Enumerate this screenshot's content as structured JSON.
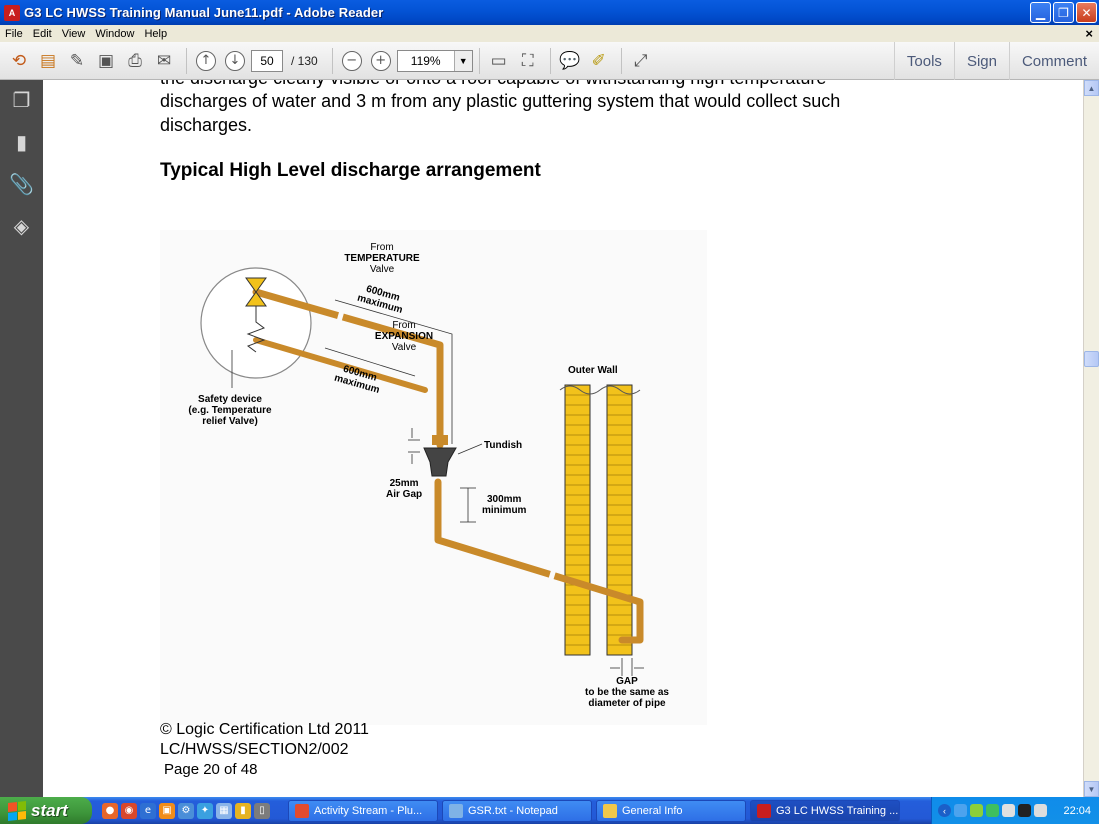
{
  "window": {
    "title": "G3 LC HWSS Training Manual June11.pdf - Adobe Reader",
    "app_icon_text": "A"
  },
  "menu": {
    "items": [
      "File",
      "Edit",
      "View",
      "Window",
      "Help"
    ],
    "close_glyph": "×"
  },
  "toolbar": {
    "current_page": "50",
    "total_pages": "/ 130",
    "zoom": "119%",
    "tools_label": "Tools",
    "sign_label": "Sign",
    "comment_label": "Comment"
  },
  "document": {
    "top_line": "the discharge clearly visible or onto a roof capable of withstanding high temperature",
    "para_line1": "discharges of water and 3 m from any plastic guttering system that would collect such",
    "para_line2": "discharges.",
    "heading": "Typical High Level discharge arrangement",
    "figure": {
      "from_temp_1": "From",
      "from_temp_2": "TEMPERATURE",
      "from_temp_3": "Valve",
      "max600_top_1": "600mm",
      "max600_top_2": "maximum",
      "from_exp_1": "From",
      "from_exp_2": "EXPANSION",
      "from_exp_3": "Valve",
      "max600_bot_1": "600mm",
      "max600_bot_2": "maximum",
      "outer_wall": "Outer Wall",
      "safety_1": "Safety device",
      "safety_2": "(e.g. Temperature",
      "safety_3": "relief Valve)",
      "tundish": "Tundish",
      "airgap_1": "25mm",
      "airgap_2": "Air Gap",
      "min300_1": "300mm",
      "min300_2": "minimum",
      "gap_1": "GAP",
      "gap_2": "to be the same as",
      "gap_3": "diameter of pipe"
    },
    "footer_line1": "© Logic Certification Ltd 2011",
    "footer_line2": "LC/HWSS/SECTION2/002",
    "footer_line3": "Page 20 of 48"
  },
  "taskbar": {
    "start_label": "start",
    "tasks": [
      {
        "label": "Activity Stream - Plu...",
        "color": "#e24b2d"
      },
      {
        "label": "GSR.txt - Notepad",
        "color": "#7fb2e6"
      },
      {
        "label": "General Info",
        "color": "#f0c84a"
      },
      {
        "label": "G3 LC HWSS Training ...",
        "color": "#c81e1e"
      }
    ],
    "clock": "22:04"
  },
  "colors": {
    "pipe": "#c98a2a",
    "brick": "#f2c21b",
    "accent": "#0454d6"
  }
}
